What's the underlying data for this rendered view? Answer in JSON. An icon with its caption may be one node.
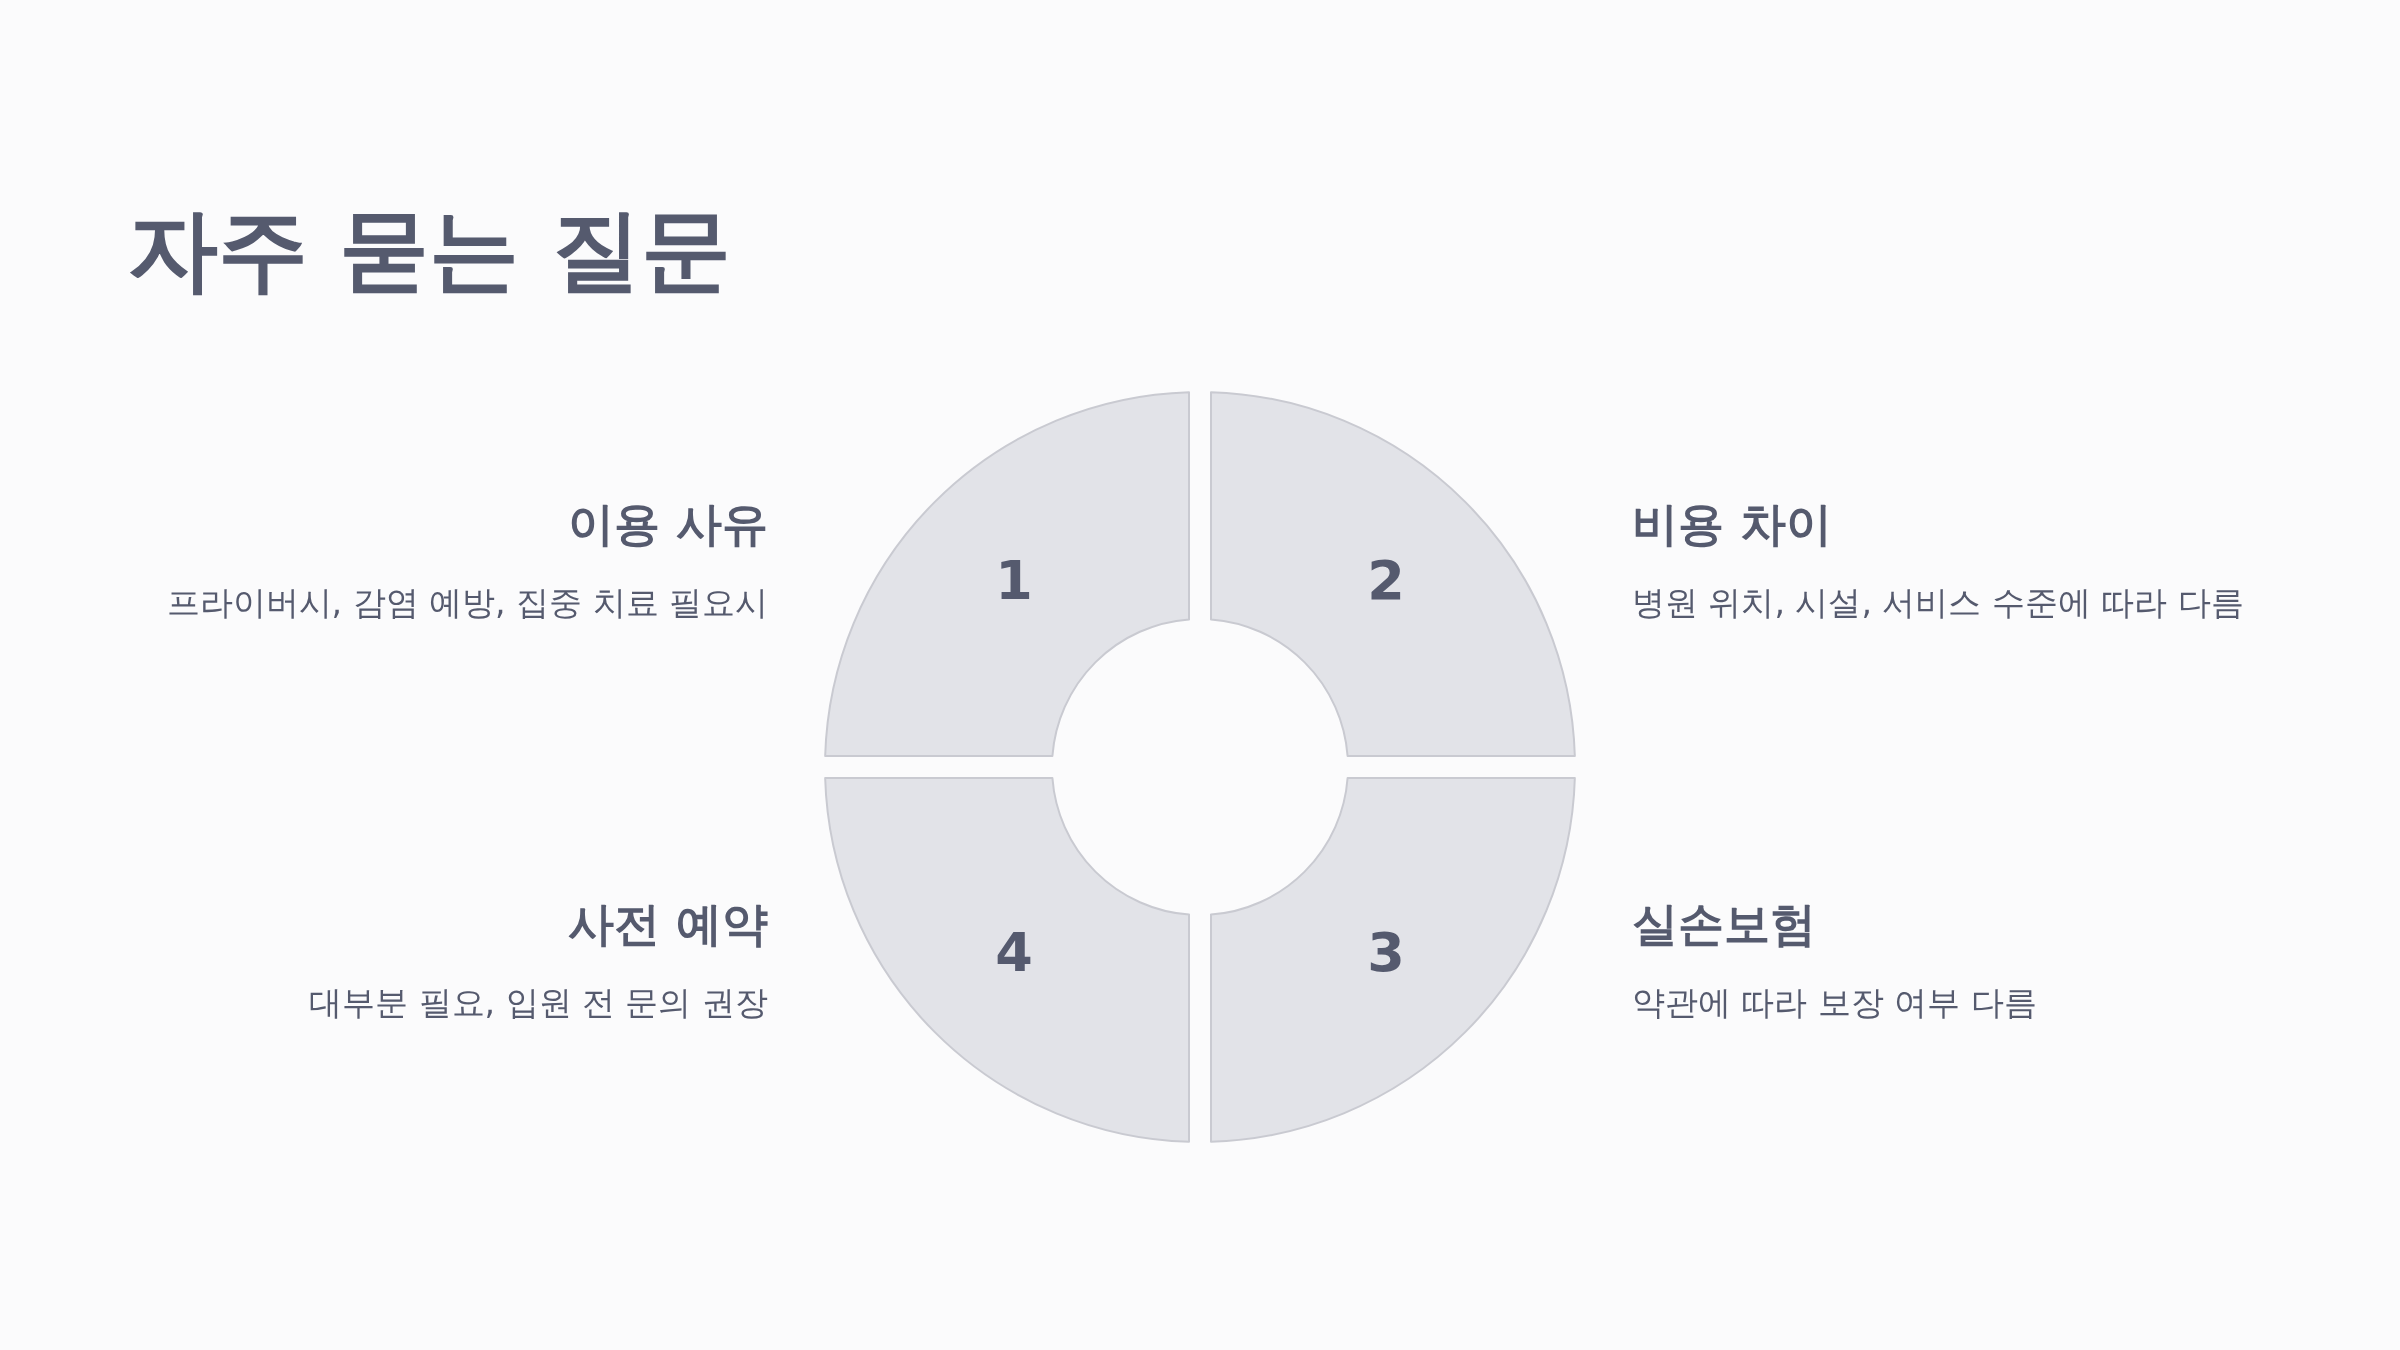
{
  "diagram": {
    "title": "자주 묻는 질문",
    "nodes": [
      {
        "text": [
          "1"
        ],
        "beside": [
          "이용 사유",
          "프라이버시, 감염 예방, 집중 치료 필요시"
        ]
      },
      {
        "text": [
          "2"
        ],
        "beside": [
          "비용 차이",
          "병원 위치, 시설, 서비스 수준에 따라 다름"
        ]
      },
      {
        "text": [
          "3"
        ],
        "beside": [
          "실손보험",
          "약관에 따라 보장 여부 다름"
        ]
      },
      {
        "text": [
          "4"
        ],
        "beside": [
          "사전 예약",
          "대부분 필요, 입원 전 문의 권장"
        ]
      }
    ]
  }
}
